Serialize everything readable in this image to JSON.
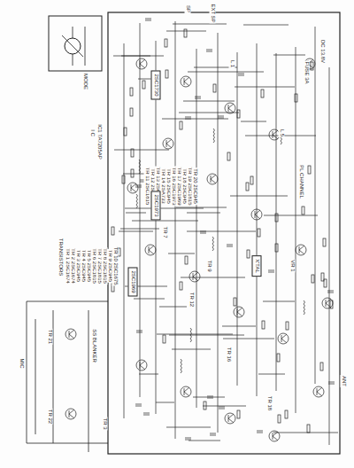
{
  "diagram": {
    "nodes": [
      {
        "text": [
          "2SC1730"
        ]
      },
      {
        "text": [
          "2SC1973"
        ]
      },
      {
        "text": [
          "2SC1969"
        ]
      },
      {
        "text": [
          "X'TAL"
        ]
      }
    ],
    "labels": [
      "TRANSISTORS",
      "TR 1 2SC1674",
      "TR 2 2SC1674",
      "TR 3 2SC945",
      "TR 4 2SC945",
      "TR 5 2SC945",
      "TR 6 2SC1815",
      "TR 7 2SC1815",
      "TR 8 2SC1815",
      "TR 9 2SC945",
      "TR 10 2SC1675",
      "TR 11 2SC1815",
      "TR 12 2SC945",
      "TR 13 2SC1730",
      "TR 14 2SA733",
      "TR 15 2SC945",
      "TR 16 2SC1973",
      "TR 17 2SC1969",
      "TR 18 2SC945",
      "TR 19 2SC1815",
      "TR 20 2SC945",
      "I C",
      "IC1 TA7205AP",
      "MODE",
      "SS BLANKER",
      "FUSE 3A",
      "DC 13.8V",
      "PL CHANNEL",
      "SP",
      "EXT SP",
      "MIC",
      "ANT",
      "TR 21",
      "TR 22",
      "TR 3",
      "TR 7",
      "TR 9",
      "TR 12",
      "TR 16",
      "TR 18",
      "VR 1",
      "L 1",
      "L 5"
    ]
  }
}
